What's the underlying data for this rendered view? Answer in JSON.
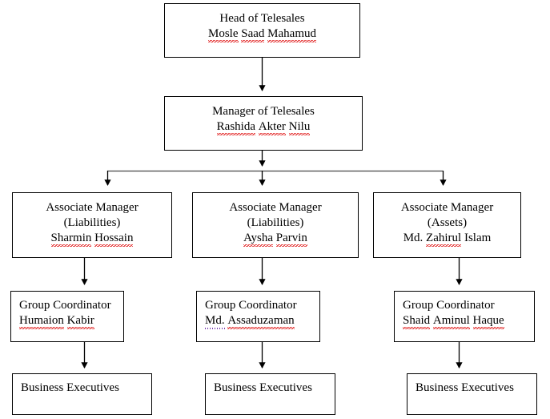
{
  "document": {
    "title": "Telesales Organogram",
    "background_color": "#ffffff",
    "line_color": "#000000",
    "text_color": "#000000",
    "spellcheck_underline_color": "#e01b1b",
    "grammar_underline_color": "#7a3fb0"
  },
  "chart_data": {
    "type": "diagram",
    "subtype": "organizational-chart",
    "orientation": "top-down",
    "title": "",
    "levels": 4,
    "nodes": [
      {
        "id": "head",
        "level": 0,
        "title": "Head of Telesales",
        "person": "Mosle Saad Mahamud",
        "qualifier": "",
        "misspelled_tokens": [
          "Mosle",
          "Saad",
          "Mahamud"
        ]
      },
      {
        "id": "manager",
        "level": 1,
        "title": "Manager of Telesales",
        "person": "Rashida Akter Nilu",
        "qualifier": "",
        "misspelled_tokens": [
          "Rashida",
          "Akter",
          "Nilu"
        ]
      },
      {
        "id": "am1",
        "level": 2,
        "title": "Associate Manager",
        "qualifier": "(Liabilities)",
        "person": "Sharmin Hossain",
        "misspelled_tokens": [
          "Sharmin",
          "Hossain"
        ]
      },
      {
        "id": "am2",
        "level": 2,
        "title": "Associate Manager",
        "qualifier": "(Liabilities)",
        "person": "Aysha Parvin",
        "misspelled_tokens": [
          "Aysha",
          "Parvin"
        ]
      },
      {
        "id": "am3",
        "level": 2,
        "title": "Associate Manager",
        "qualifier": "(Assets)",
        "person": "Md. Zahirul Islam",
        "misspelled_tokens": [
          "Zahirul"
        ]
      },
      {
        "id": "gc1",
        "level": 3,
        "title": "Group Coordinator",
        "qualifier": "",
        "person": "Humaion Kabir",
        "misspelled_tokens": [
          "Humaion",
          "Kabir"
        ]
      },
      {
        "id": "gc2",
        "level": 3,
        "title": "Group Coordinator",
        "qualifier": "",
        "person": "Md. Assaduzaman",
        "misspelled_tokens": [
          "Assaduzaman"
        ],
        "grammar_tokens": [
          "Md."
        ]
      },
      {
        "id": "gc3",
        "level": 3,
        "title": "Group Coordinator",
        "qualifier": "",
        "person": "Shaid Aminul Haque",
        "misspelled_tokens": [
          "Shaid",
          "Aminul",
          "Haque"
        ]
      },
      {
        "id": "be1",
        "level": 4,
        "title": "Business Executives",
        "qualifier": "",
        "person": "",
        "misspelled_tokens": []
      },
      {
        "id": "be2",
        "level": 4,
        "title": "Business Executives",
        "qualifier": "",
        "person": "",
        "misspelled_tokens": []
      },
      {
        "id": "be3",
        "level": 4,
        "title": "Business Executives",
        "qualifier": "",
        "person": "",
        "misspelled_tokens": []
      }
    ],
    "edges": [
      {
        "from": "head",
        "to": "manager",
        "style": "arrow"
      },
      {
        "from": "manager",
        "to": "am1",
        "style": "bus-arrow"
      },
      {
        "from": "manager",
        "to": "am2",
        "style": "bus-arrow"
      },
      {
        "from": "manager",
        "to": "am3",
        "style": "bus-arrow"
      },
      {
        "from": "am1",
        "to": "gc1",
        "style": "arrow"
      },
      {
        "from": "am2",
        "to": "gc2",
        "style": "arrow"
      },
      {
        "from": "am3",
        "to": "gc3",
        "style": "arrow"
      },
      {
        "from": "gc1",
        "to": "be1",
        "style": "arrow"
      },
      {
        "from": "gc2",
        "to": "be2",
        "style": "arrow"
      },
      {
        "from": "gc3",
        "to": "be3",
        "style": "arrow"
      }
    ]
  },
  "nodes": {
    "head": {
      "line1": "Head of Telesales",
      "name_part1": "Mosle",
      "name_part2": "Saad",
      "name_part3": "Mahamud"
    },
    "manager": {
      "line1": "Manager of Telesales",
      "name_part1": "Rashida",
      "name_part2": "Akter",
      "name_part3": "Nilu"
    },
    "am1": {
      "line1": "Associate Manager",
      "line2": "(Liabilities)",
      "name_part1": "Sharmin",
      "name_part2": "Hossain"
    },
    "am2": {
      "line1": "Associate Manager",
      "line2": "(Liabilities)",
      "name_part1": "Aysha",
      "name_part2": "Parvin"
    },
    "am3": {
      "line1": "Associate Manager",
      "line2": "(Assets)",
      "name_prefix": "Md.",
      "name_part1": "Zahirul",
      "name_part2": "Islam"
    },
    "gc1": {
      "line1": "Group Coordinator",
      "name_part1": "Humaion",
      "name_part2": "Kabir"
    },
    "gc2": {
      "line1": "Group Coordinator",
      "name_prefix": "Md.",
      "name_part1": "Assaduzaman"
    },
    "gc3": {
      "line1": "Group Coordinator",
      "name_part1": "Shaid",
      "name_part2": "Aminul",
      "name_part3": "Haque"
    },
    "be1": {
      "line1": "Business Executives"
    },
    "be2": {
      "line1": "Business Executives"
    },
    "be3": {
      "line1": "Business Executives"
    }
  }
}
